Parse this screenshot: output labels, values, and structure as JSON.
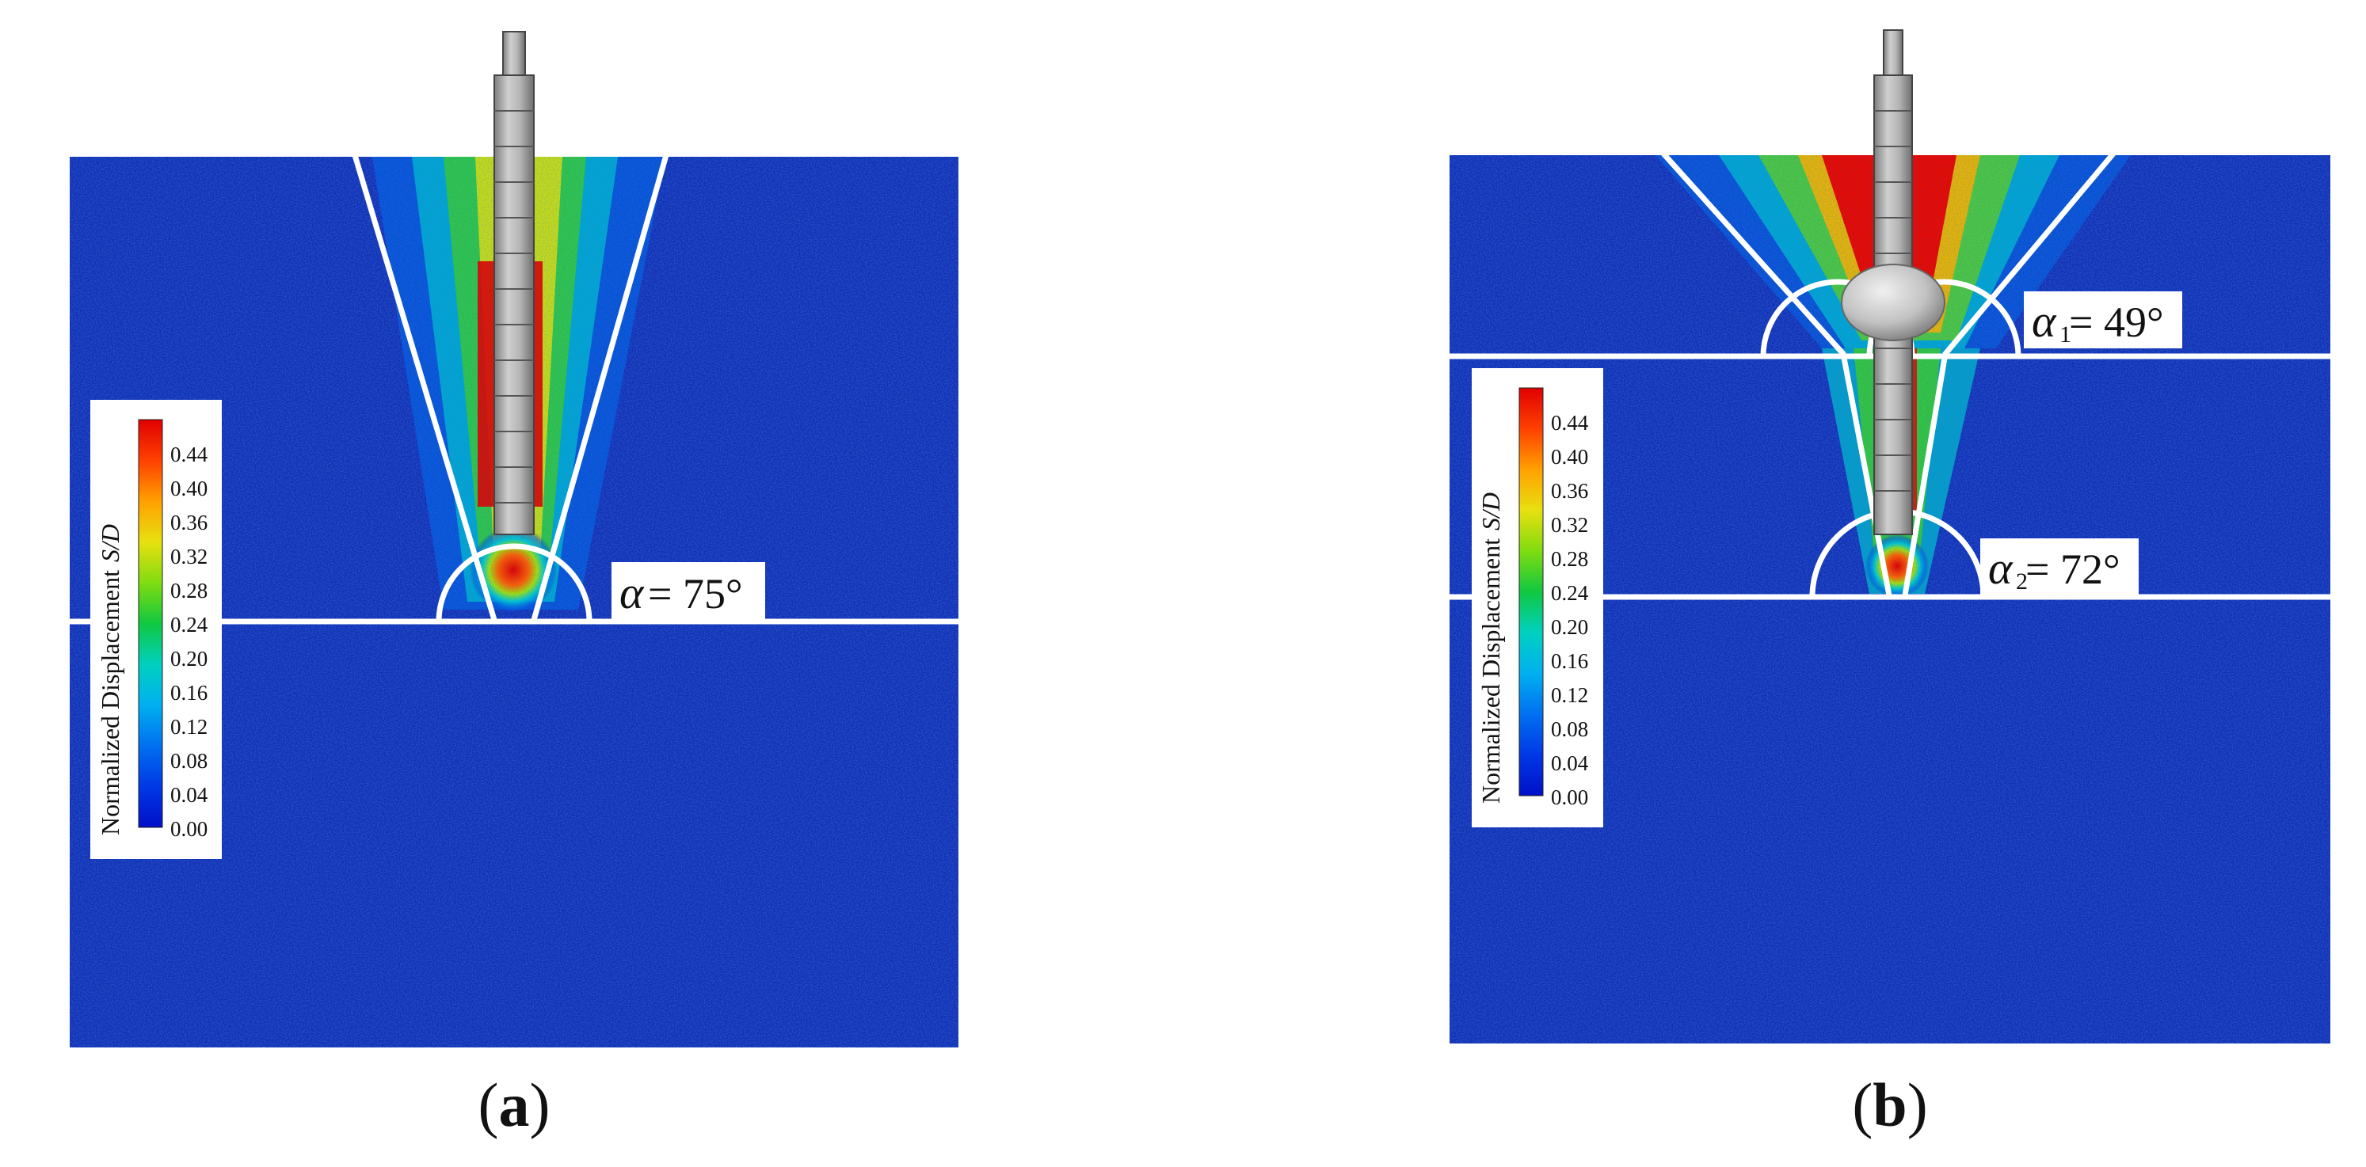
{
  "panels": [
    {
      "label": "(a)",
      "letter": "a",
      "angle_label": {
        "symbol": "α",
        "text": " = 75°"
      },
      "legend": {
        "title": "Normalized Displacement",
        "title_var": "S/D",
        "ticks": [
          "0.44",
          "0.40",
          "0.36",
          "0.32",
          "0.28",
          "0.24",
          "0.20",
          "0.16",
          "0.12",
          "0.08",
          "0.04",
          "0.00"
        ]
      }
    },
    {
      "label": "(b)",
      "letter": "b",
      "angle_labels": [
        {
          "symbol": "α",
          "sub": "1",
          "text": " = 49°"
        },
        {
          "symbol": "α",
          "sub": "2",
          "text": " = 72°"
        }
      ],
      "legend": {
        "title": "Normalized Displacement",
        "title_var": "S/D",
        "ticks": [
          "0.44",
          "0.40",
          "0.36",
          "0.32",
          "0.28",
          "0.24",
          "0.20",
          "0.16",
          "0.12",
          "0.08",
          "0.04",
          "0.00"
        ]
      }
    }
  ],
  "colormap": [
    "#0010c8",
    "#0038e6",
    "#0070f0",
    "#00a8f0",
    "#00d0d8",
    "#00d890",
    "#20d020",
    "#90e010",
    "#e8e010",
    "#ffb000",
    "#ff6a00",
    "#ff2000",
    "#e80000"
  ],
  "colors": {
    "soil": "#1330b8",
    "pile": "#a8a8a8",
    "lines": "#ffffff"
  }
}
